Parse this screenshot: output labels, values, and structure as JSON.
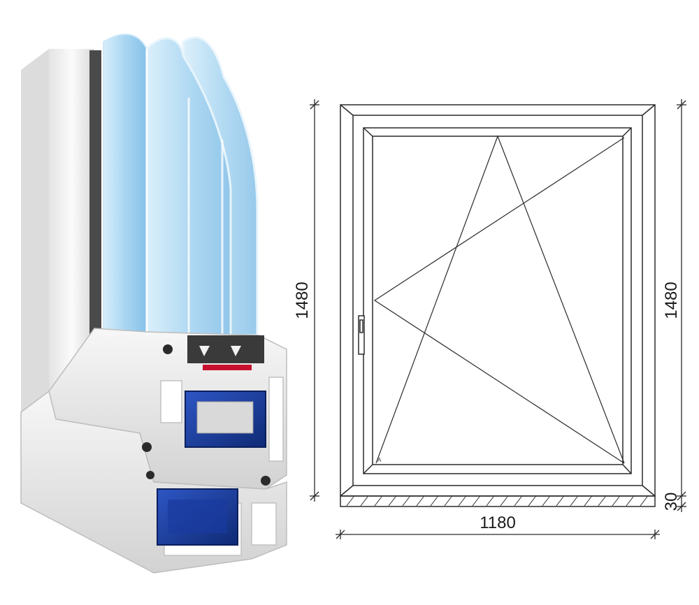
{
  "drawing": {
    "height_left": "1480",
    "height_right": "1480",
    "width_bottom": "1180",
    "sill_height": "30",
    "corner_mark": "A"
  },
  "colors": {
    "line": "#2a2a2a",
    "glass": "#a9d6f2",
    "profile": "#f2f2f2",
    "steel": "#1d3a8f",
    "gasket": "#2b2b2b",
    "seal_accent": "#c8102e"
  }
}
